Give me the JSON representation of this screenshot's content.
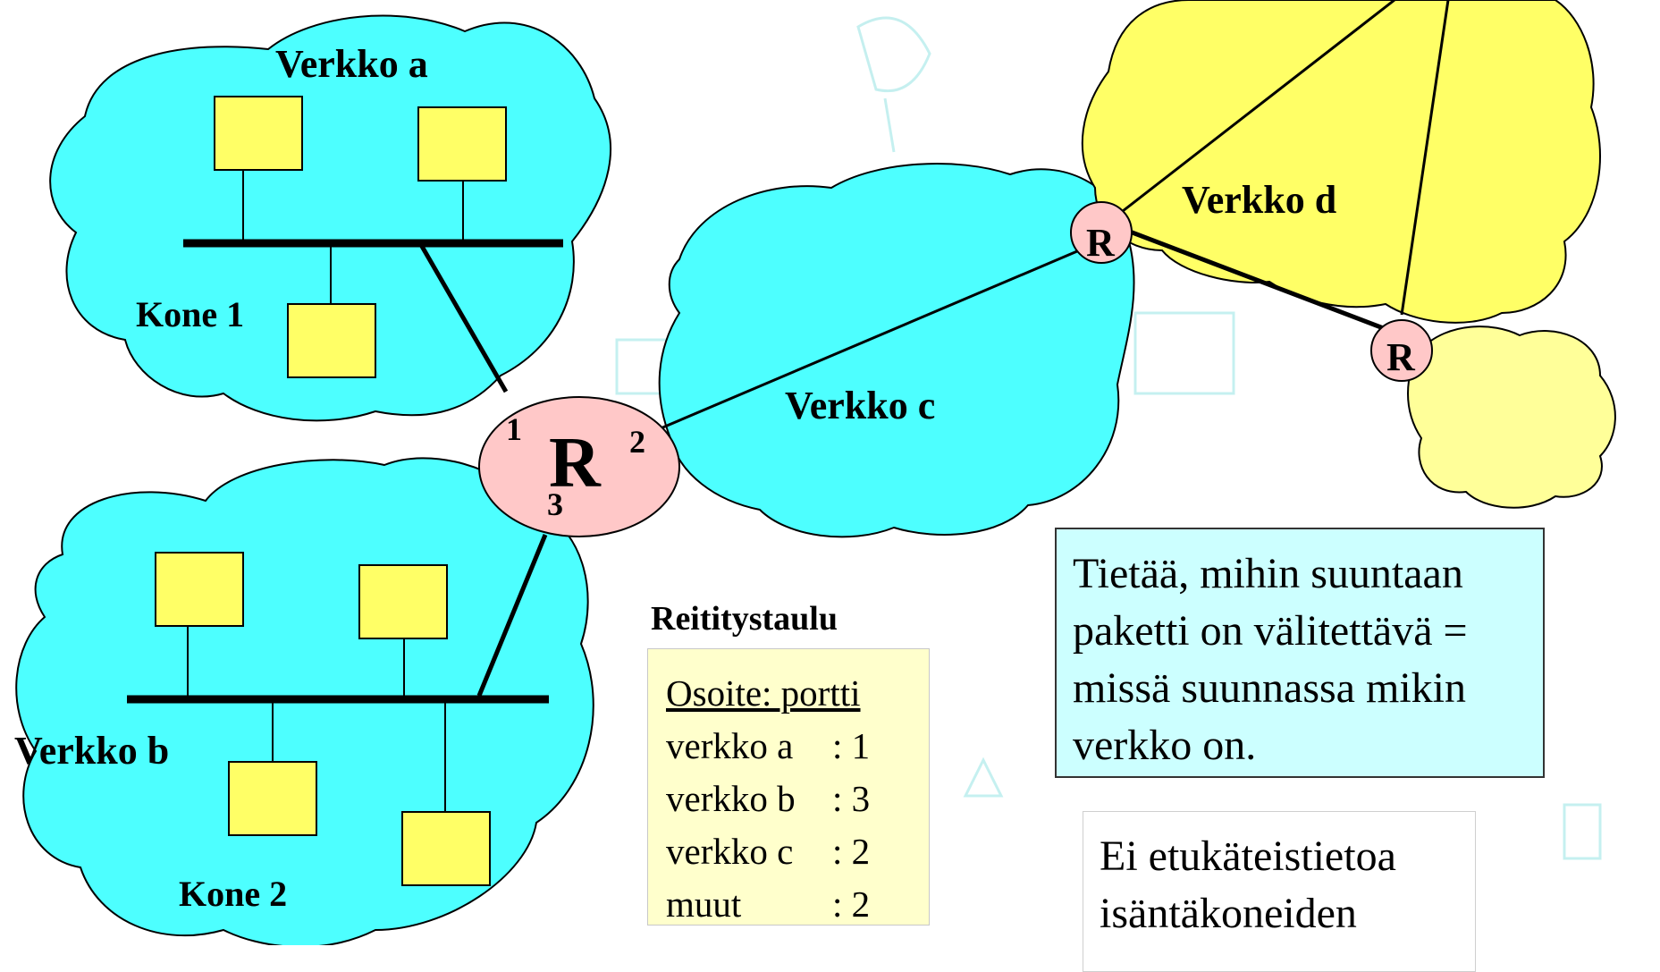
{
  "networks": {
    "a": {
      "label": "Verkko a",
      "host_label": "Kone 1"
    },
    "b": {
      "label": "Verkko b",
      "host_label": "Kone 2"
    },
    "c": {
      "label": "Verkko c"
    },
    "d": {
      "label": "Verkko d"
    }
  },
  "main_router": {
    "label": "R",
    "ports": [
      "1",
      "2",
      "3"
    ]
  },
  "router_d1": {
    "label": "R"
  },
  "router_d2": {
    "label": "R"
  },
  "routing_table": {
    "title": "Reititystaulu",
    "header": "Osoite: portti",
    "rows": [
      {
        "key": "verkko a",
        "value": ": 1"
      },
      {
        "key": "verkko b",
        "value": ": 3"
      },
      {
        "key": "verkko c",
        "value": ": 2"
      },
      {
        "key": "muut",
        "value": ": 2"
      }
    ]
  },
  "info_box": {
    "lines": [
      "Tietää, mihin suuntaan",
      "paketti on välitettävä =",
      "missä suunnassa mikin",
      "verkko on."
    ]
  },
  "note_box": {
    "lines": [
      "Ei etukäteistietoa",
      "isäntäkoneiden"
    ]
  },
  "colors": {
    "cyan_cloud": "#4dffff",
    "yellow_cloud": "#ffff66",
    "light_yellow_cloud": "#ffff99",
    "host_box": "#ffff66",
    "router": "#ffc8c8",
    "info_bg": "#ccffff",
    "table_bg": "#ffffcc"
  }
}
